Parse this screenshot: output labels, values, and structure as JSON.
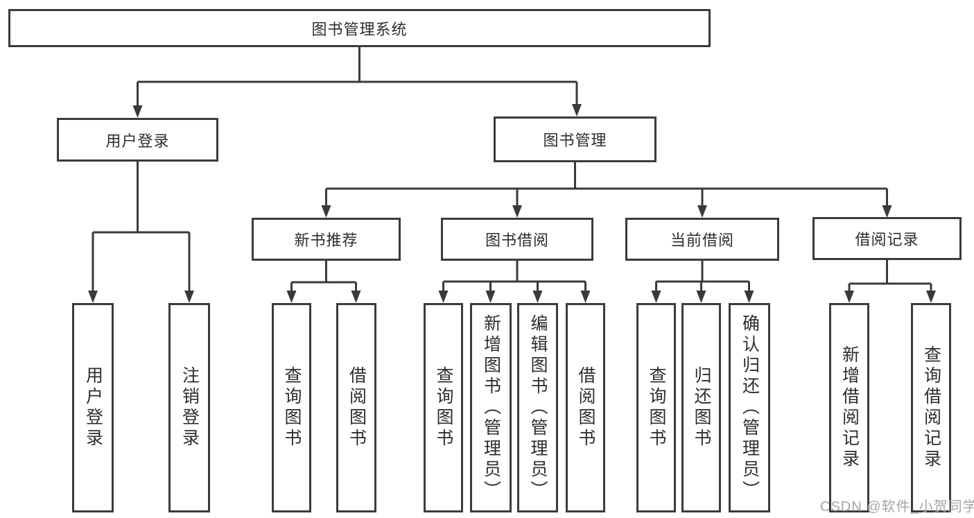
{
  "tree": {
    "root": {
      "label": "图书管理系统"
    },
    "level2": [
      {
        "label": "用户登录",
        "leaves": [
          {
            "label": "用户登录"
          },
          {
            "label": "注销登录"
          }
        ]
      },
      {
        "label": "图书管理",
        "children": [
          {
            "label": "新书推荐",
            "leaves": [
              {
                "label": "查询图书"
              },
              {
                "label": "借阅图书"
              }
            ]
          },
          {
            "label": "图书借阅",
            "leaves": [
              {
                "label": "查询图书"
              },
              {
                "label": "新增图书（管理员）"
              },
              {
                "label": "编辑图书（管理员）"
              },
              {
                "label": "借阅图书"
              }
            ]
          },
          {
            "label": "当前借阅",
            "leaves": [
              {
                "label": "查询图书"
              },
              {
                "label": "归还图书"
              },
              {
                "label": "确认归还（管理员）"
              }
            ]
          },
          {
            "label": "借阅记录",
            "leaves": [
              {
                "label": "新增借阅记录"
              },
              {
                "label": "查询借阅记录"
              }
            ]
          }
        ]
      }
    ]
  },
  "watermark": {
    "text": "CSDN @软件_小贺同学"
  },
  "colors": {
    "line": "#3a3a3a",
    "box_border": "#3b3b3b",
    "text": "#2d2d2d",
    "watermark": "#a5a5a5"
  }
}
